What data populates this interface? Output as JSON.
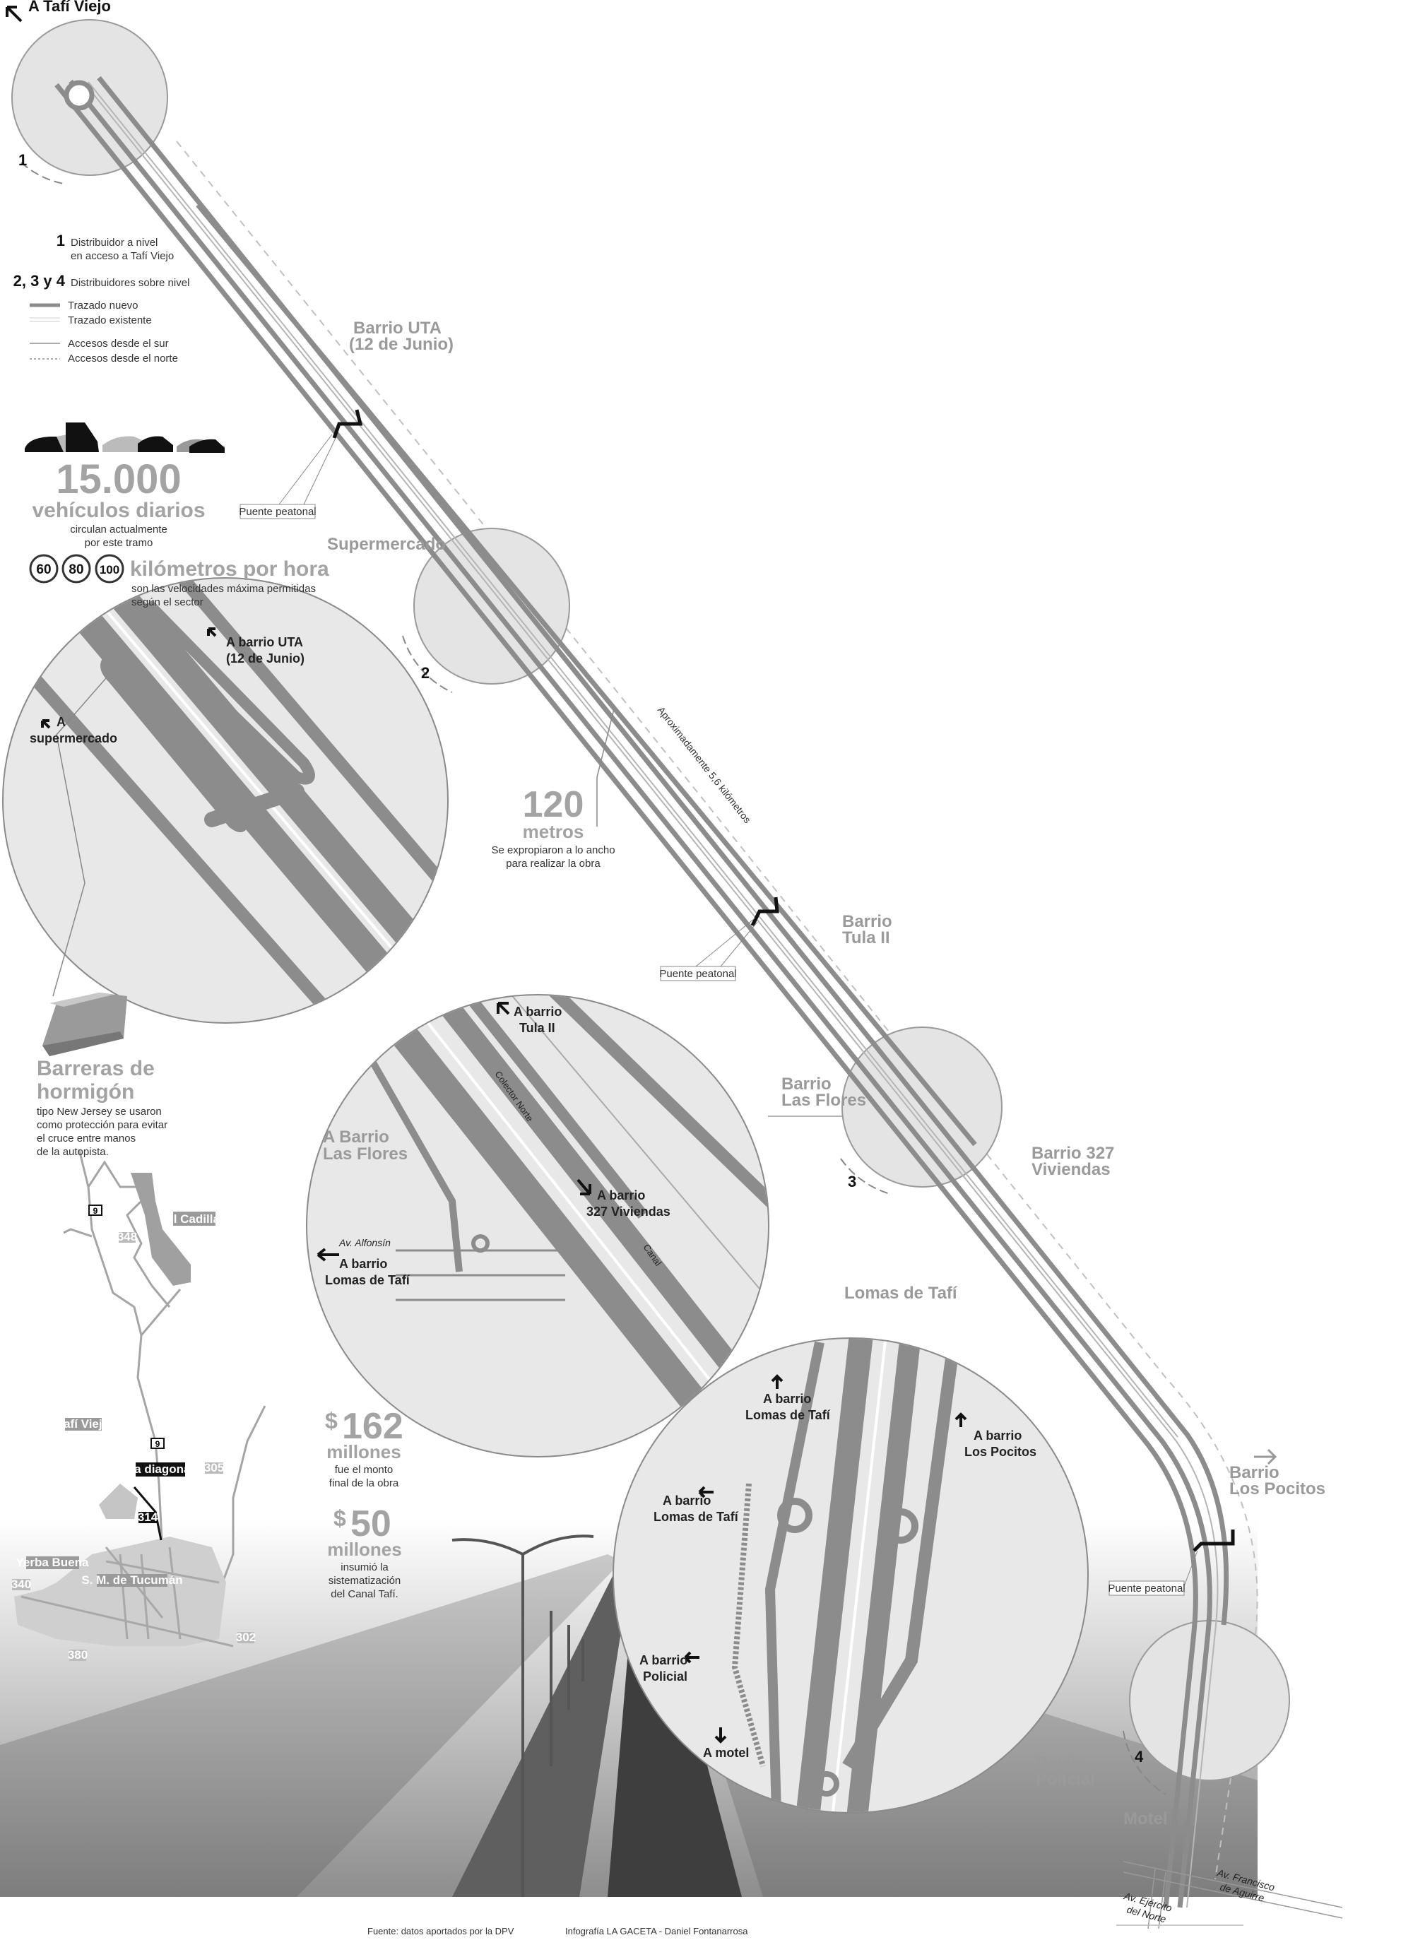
{
  "top_label": "A Tafí Viejo",
  "numbers": {
    "n1": "1",
    "n2": "2",
    "n3": "3",
    "n4": "4"
  },
  "legend": {
    "item1_num": "1",
    "item1_line1": "Distribuidor a nivel",
    "item1_line2": "en acceso a Tafí Viejo",
    "item2_num": "2, 3 y 4",
    "item2_text": "Distribuidores sobre nivel",
    "new_route": "Trazado nuevo",
    "existing_route": "Trazado existente",
    "south_access": "Accesos desde el sur",
    "north_access": "Accesos desde el norte"
  },
  "stats": {
    "vehicles_value": "15.000",
    "vehicles_unit": "vehículos diarios",
    "vehicles_line1": "circulan actualmente",
    "vehicles_line2": "por este tramo",
    "speeds": [
      "60",
      "80",
      "100"
    ],
    "speed_unit": "kilómetros por hora",
    "speed_line1": "son las velocidades máxima permitidas",
    "speed_line2": "según el sector",
    "width_value": "120",
    "width_unit": "metros",
    "width_line1": "Se expropiaron a lo ancho",
    "width_line2": "para realizar la obra",
    "barrier_title1": "Barreras de",
    "barrier_title2": "hormigón",
    "barrier_line1": "tipo New Jersey se usaron",
    "barrier_line2": "como protección para evitar",
    "barrier_line3": "el cruce entre manos",
    "barrier_line4": "de la autopista.",
    "cost_currency": "$",
    "cost_value": "162",
    "cost_unit": "millones",
    "cost_line1": "fue el monto",
    "cost_line2": "final de la obra",
    "canal_currency": "$",
    "canal_value": "50",
    "canal_unit": "millones",
    "canal_line1": "insumió la",
    "canal_line2": "sistematización",
    "canal_line3": "del Canal Tafí."
  },
  "route_labels": {
    "uta1": "Barrio UTA",
    "uta2": "(12 de Junio)",
    "bridge1": "Puente peatonal",
    "supermercado": "Supermercado",
    "distance": "Aproximadamente 5,6 kilómetros",
    "tula1": "Barrio",
    "tula2": "Tula II",
    "bridge2": "Puente peatonal",
    "flores1": "Barrio",
    "flores2": "Las Flores",
    "viv1": "Barrio 327",
    "viv2": "Viviendas",
    "lomas": "Lomas de Tafí",
    "pocitos1": "Barrio",
    "pocitos2": "Los Pocitos",
    "bridge3": "Puente peatonal",
    "policial1": "Barrio",
    "policial2": "Policial",
    "motel": "Motel",
    "aguirre1": "Av. Francisco",
    "aguirre2": "de Aguirre",
    "ejercito1": "Av. Ejército",
    "ejercito2": "del Norte"
  },
  "detail_a": {
    "uta1": "A barrio UTA",
    "uta2": "(12 de Junio)",
    "super1": "A",
    "super2": "supermercado"
  },
  "detail_b": {
    "tula1": "A barrio",
    "tula2": "Tula II",
    "flores1": "A Barrio",
    "flores2": "Las Flores",
    "colector": "Colector Norte",
    "viv1": "A barrio",
    "viv2": "327 Viviendas",
    "alfonsin": "Av. Alfonsín",
    "lomas1": "A barrio",
    "lomas2": "Lomas de Tafí",
    "canal": "Canal"
  },
  "detail_c": {
    "lomas_a1": "A barrio",
    "lomas_a2": "Lomas de Tafí",
    "pocitos1": "A barrio",
    "pocitos2": "Los Pocitos",
    "lomas_b1": "A barrio",
    "lomas_b2": "Lomas de Tafí",
    "policial1": "A barrio",
    "policial2": "Policial",
    "motel": "A motel"
  },
  "map": {
    "route9_a": "9",
    "route9_b": "9",
    "cadillal": "El Cadillal",
    "r348": "348",
    "tafi": "Tafí Viejo",
    "diagonal": "La diagonal",
    "r314": "314",
    "r305": "305",
    "yerba": "Yerba Buena",
    "r340": "340",
    "smt": "S. M. de Tucumán",
    "r302": "302",
    "r380": "380"
  },
  "footer": {
    "source": "Fuente: datos aportados por la DPV",
    "credit": "Infografía LA GACETA - Daniel Fontanarrosa"
  }
}
